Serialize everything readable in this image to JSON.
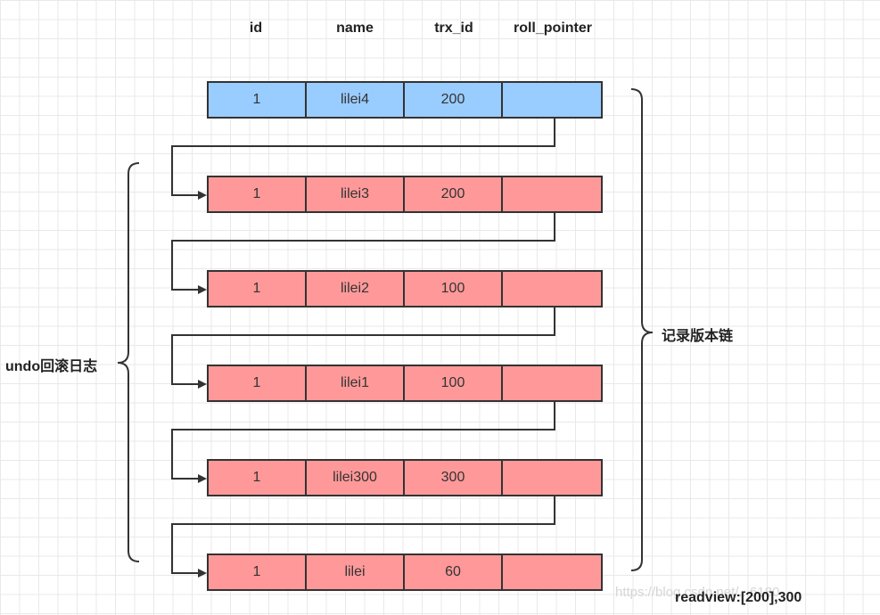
{
  "headers": [
    "id",
    "name",
    "trx_id",
    "roll_pointer"
  ],
  "rows": [
    {
      "id": "1",
      "name": "lilei4",
      "trx_id": "200",
      "roll_pointer": "",
      "kind": "current"
    },
    {
      "id": "1",
      "name": "lilei3",
      "trx_id": "200",
      "roll_pointer": "",
      "kind": "undo"
    },
    {
      "id": "1",
      "name": "lilei2",
      "trx_id": "100",
      "roll_pointer": "",
      "kind": "undo"
    },
    {
      "id": "1",
      "name": "lilei1",
      "trx_id": "100",
      "roll_pointer": "",
      "kind": "undo"
    },
    {
      "id": "1",
      "name": "lilei300",
      "trx_id": "300",
      "roll_pointer": "",
      "kind": "undo"
    },
    {
      "id": "1",
      "name": "lilei",
      "trx_id": "60",
      "roll_pointer": "",
      "kind": "undo"
    }
  ],
  "labels": {
    "undo_log": "undo回滚日志",
    "version_chain": "记录版本链",
    "readview": "readview:[200],300",
    "watermark": "https://blog.csdn.net/...6180"
  },
  "colors": {
    "current_row": "#99ccff",
    "undo_row": "#ff9999",
    "stroke": "#333333"
  }
}
